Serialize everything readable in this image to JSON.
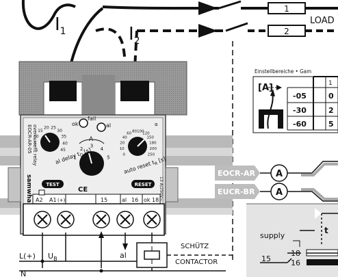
{
  "wiring": {
    "current_1": "I",
    "current_1_sub": "1",
    "current_2": "I",
    "current_2_sub": "2",
    "load_1": "1",
    "load_2": "2",
    "load_label": "LOAD"
  },
  "relay": {
    "side_text_1": "overcurrent relay",
    "side_text_2": "EOCR-AR-05",
    "brand": "samwha",
    "ok_label": "ok",
    "fail_label": "fail",
    "al_label": "al",
    "delay_label": "al delay t",
    "delay_sub": "D",
    "delay_unit": "[s]",
    "reset_label": "auto reset t",
    "reset_sub": "R",
    "reset_unit": "[s]",
    "a_label": "A",
    "test_button": "TEST",
    "reset_button": "RESET",
    "ce_mark": "CE",
    "corner_mark": "α",
    "term_a2": "A2",
    "term_a1": "A1",
    "term_plus": "(+)",
    "term_15": "15",
    "term_al": "al",
    "term_16": "16",
    "term_ok": "ok",
    "term_18": "18",
    "rating": "13 A/250V~",
    "dial_delay_ticks": [
      "1",
      "5",
      "10",
      "15",
      "20",
      "25",
      "30",
      "35",
      "40",
      "45"
    ],
    "dial_a_ticks": [
      "1",
      "2",
      "3",
      "4",
      "5"
    ],
    "dial_reset_ticks": [
      "0",
      "10",
      "20",
      "40",
      "60",
      "80",
      "100",
      "120",
      "150",
      "180",
      "200",
      "250"
    ]
  },
  "wires": {
    "l_plus": "L(+)",
    "ub": "U",
    "ub_sub": "B",
    "n": "N",
    "al": "al",
    "schutz": "SCHÜTZ",
    "contactor": "CONTACTOR"
  },
  "table": {
    "title": "Einstellbereiche • Gam",
    "unit": "[A]",
    "header_1": "1",
    "rows": [
      {
        "model": "-05",
        "value": "0"
      },
      {
        "model": "-30",
        "value": "2"
      },
      {
        "model": "-60",
        "value": "5"
      }
    ]
  },
  "models": {
    "model_1": "EOCR-AR",
    "model_2": "EUCR-BR",
    "ammeter": "A"
  },
  "timing": {
    "t_label": "t",
    "supply_label": "supply",
    "term_18": "18",
    "term_15": "15",
    "term_16": "16"
  }
}
